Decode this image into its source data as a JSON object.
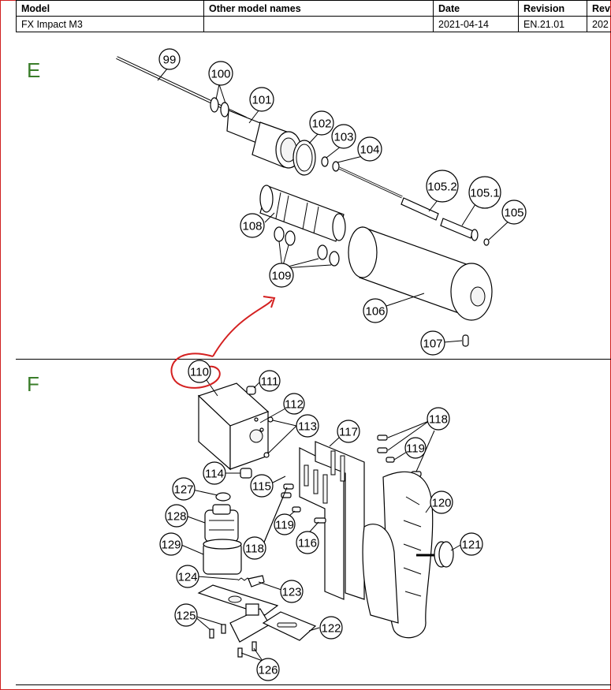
{
  "header": {
    "columns": [
      "Model",
      "Other model names",
      "Date",
      "Revision",
      "Rev"
    ],
    "values": [
      "FX Impact M3",
      "",
      "2021-04-14",
      "EN.21.01",
      "202"
    ]
  },
  "sections": {
    "e_label": "E",
    "f_label": "F"
  },
  "callouts": {
    "c99": "99",
    "c100": "100",
    "c101": "101",
    "c102": "102",
    "c103": "103",
    "c104": "104",
    "c1052": "105.2",
    "c1051": "105.1",
    "c105": "105",
    "c108": "108",
    "c109": "109",
    "c106": "106",
    "c107": "107",
    "c110": "110",
    "c111": "111",
    "c112": "112",
    "c113": "113",
    "c114": "114",
    "c115": "115",
    "c116": "116",
    "c117": "117",
    "c118a": "118",
    "c118b": "118",
    "c119a": "119",
    "c119b": "119",
    "c120": "120",
    "c121": "121",
    "c122": "122",
    "c123": "123",
    "c124": "124",
    "c125": "125",
    "c126": "126",
    "c127": "127",
    "c128": "128",
    "c129": "129"
  },
  "annotation_color": "#d42020",
  "frame_color": "#d02020",
  "section_label_color": "#3a7d2a"
}
